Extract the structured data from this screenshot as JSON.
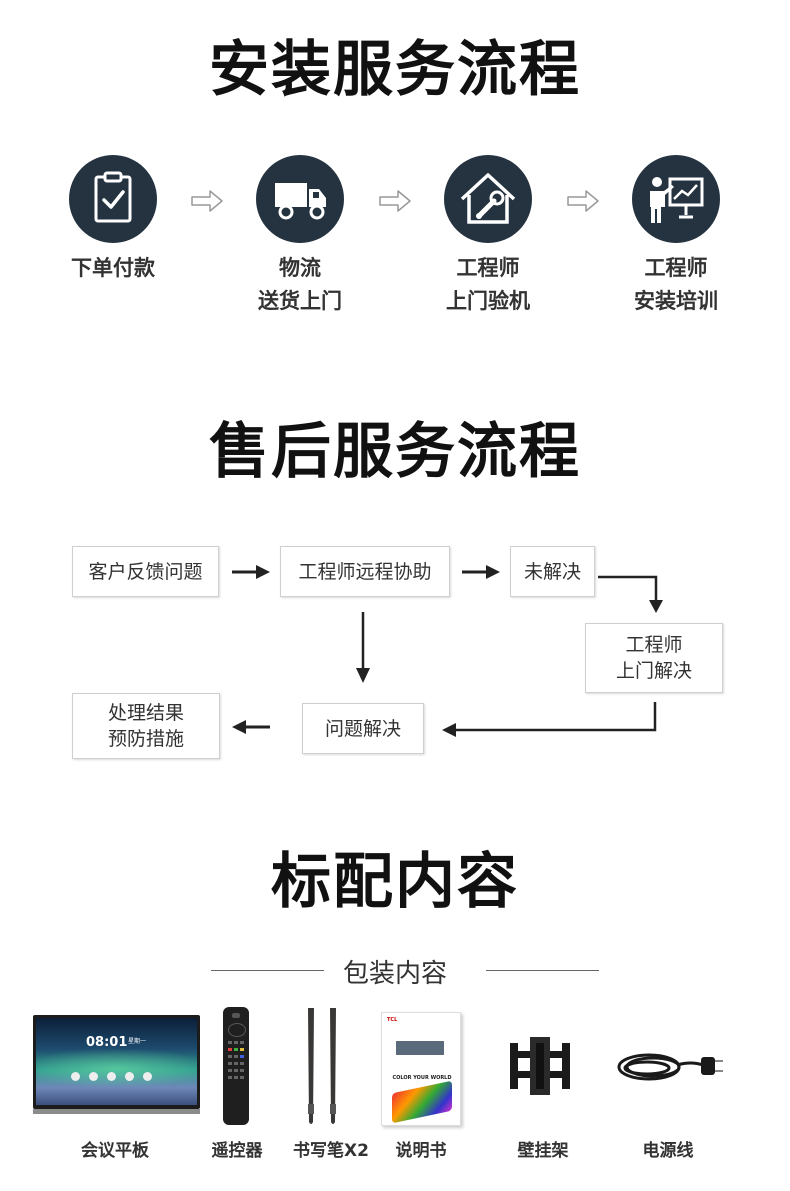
{
  "install": {
    "title": "安装服务流程",
    "steps": [
      {
        "line1": "下单付款",
        "line2": "",
        "icon": "clipboard-check-icon"
      },
      {
        "line1": "物流",
        "line2": "送货上门",
        "icon": "truck-icon"
      },
      {
        "line1": "工程师",
        "line2": "上门验机",
        "icon": "house-wrench-icon"
      },
      {
        "line1": "工程师",
        "line2": "安装培训",
        "icon": "presentation-trainer-icon"
      }
    ],
    "icon_color": "#253240"
  },
  "aftersales": {
    "title": "售后服务流程",
    "boxes": {
      "feedback": "客户反馈问题",
      "remote": "工程师远程协助",
      "unsolved": "未解决",
      "onsite_line1": "工程师",
      "onsite_line2": "上门解决",
      "solved": "问题解决",
      "result_line1": "处理结果",
      "result_line2": "预防措施"
    }
  },
  "contents": {
    "title": "标配内容",
    "subtitle": "包装内容",
    "items": [
      {
        "label": "会议平板"
      },
      {
        "label": "遥控器"
      },
      {
        "label": "书写笔X2"
      },
      {
        "label": "说明书"
      },
      {
        "label": "壁挂架"
      },
      {
        "label": "电源线"
      }
    ],
    "screen": {
      "time": "08:01",
      "date": "星期一"
    },
    "manual": {
      "brand": "TCL",
      "slogan": "COLOR YOUR WORLD"
    }
  }
}
